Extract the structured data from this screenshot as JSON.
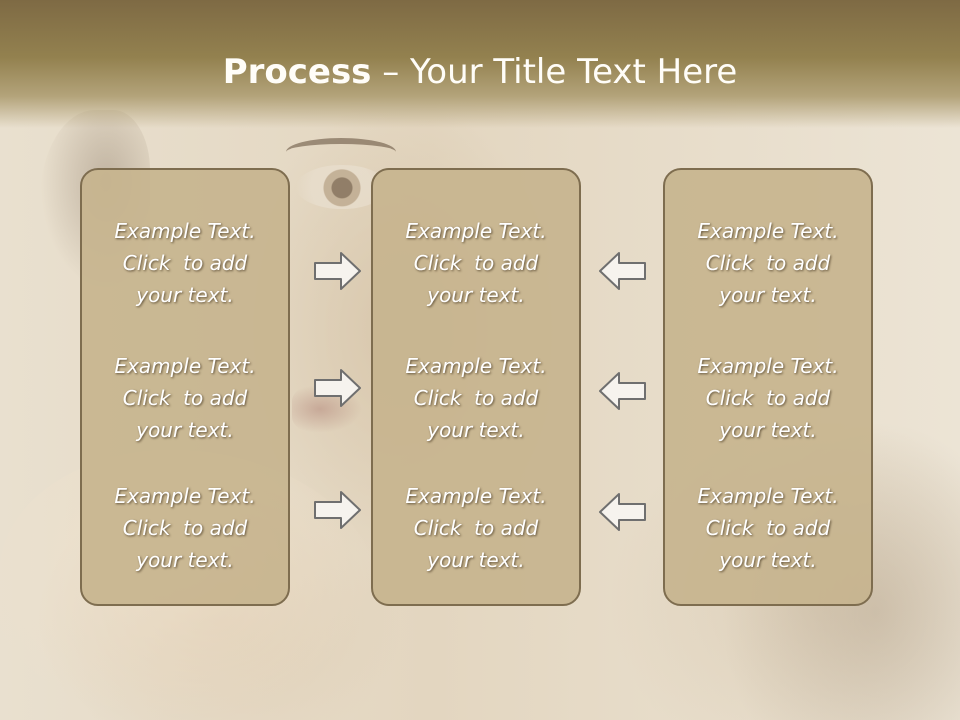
{
  "title": {
    "bold": "Process",
    "rest": " – Your Title Text Here"
  },
  "columns": [
    {
      "items": [
        {
          "line1": "Example Text.",
          "line2": "Click  to add",
          "line3": "your text."
        },
        {
          "line1": "Example Text.",
          "line2": "Click  to add",
          "line3": "your text."
        },
        {
          "line1": "Example Text.",
          "line2": "Click  to add",
          "line3": "your text."
        }
      ]
    },
    {
      "items": [
        {
          "line1": "Example Text.",
          "line2": "Click  to add",
          "line3": "your text."
        },
        {
          "line1": "Example Text.",
          "line2": "Click  to add",
          "line3": "your text."
        },
        {
          "line1": "Example Text.",
          "line2": "Click  to add",
          "line3": "your text."
        }
      ]
    },
    {
      "items": [
        {
          "line1": "Example Text.",
          "line2": "Click  to add",
          "line3": "your text."
        },
        {
          "line1": "Example Text.",
          "line2": "Click  to add",
          "line3": "your text."
        },
        {
          "line1": "Example Text.",
          "line2": "Click  to add",
          "line3": "your text."
        }
      ]
    }
  ],
  "arrows": {
    "left_to_middle": "arrow-right-icon",
    "right_to_middle": "arrow-left-icon"
  },
  "colors": {
    "title_band": "#8c7a4c",
    "box_fill": "#c7b48e",
    "box_border": "#7e6d4f",
    "text": "#ffffff"
  }
}
